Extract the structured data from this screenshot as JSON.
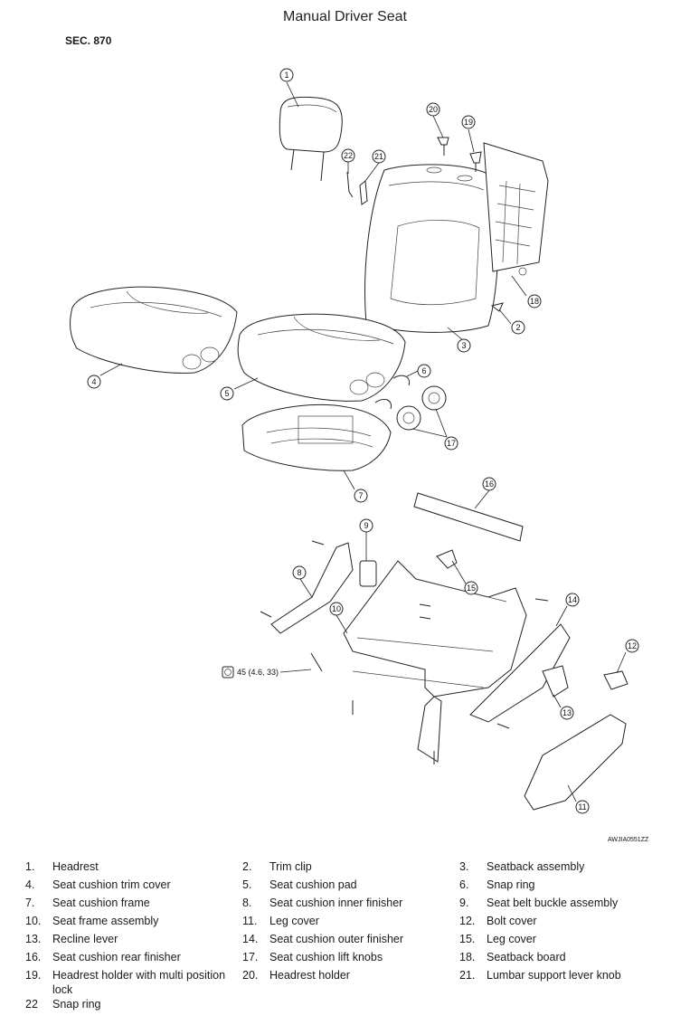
{
  "title": "Manual Driver Seat",
  "section": "SEC. 870",
  "torque_label": "45 (4.6, 33)",
  "image_id": "AWJIA0551ZZ",
  "callouts": [
    "1",
    "2",
    "3",
    "4",
    "5",
    "6",
    "7",
    "8",
    "9",
    "10",
    "11",
    "12",
    "13",
    "14",
    "15",
    "16",
    "17",
    "18",
    "19",
    "20",
    "21",
    "22"
  ],
  "legend": [
    [
      {
        "num": "1.",
        "text": "Headrest"
      },
      {
        "num": "2.",
        "text": "Trim clip"
      },
      {
        "num": "3.",
        "text": "Seatback assembly"
      }
    ],
    [
      {
        "num": "4.",
        "text": "Seat cushion trim cover"
      },
      {
        "num": "5.",
        "text": "Seat cushion pad"
      },
      {
        "num": "6.",
        "text": "Snap ring"
      }
    ],
    [
      {
        "num": "7.",
        "text": "Seat cushion frame"
      },
      {
        "num": "8.",
        "text": "Seat cushion inner finisher"
      },
      {
        "num": "9.",
        "text": "Seat belt buckle assembly"
      }
    ],
    [
      {
        "num": "10.",
        "text": "Seat frame assembly"
      },
      {
        "num": "11.",
        "text": "Leg cover"
      },
      {
        "num": "12.",
        "text": "Bolt cover"
      }
    ],
    [
      {
        "num": "13.",
        "text": "Recline lever"
      },
      {
        "num": "14.",
        "text": "Seat cushion outer finisher"
      },
      {
        "num": "15.",
        "text": "Leg cover"
      }
    ],
    [
      {
        "num": "16.",
        "text": "Seat cushion rear finisher"
      },
      {
        "num": "17.",
        "text": "Seat cushion lift knobs"
      },
      {
        "num": "18.",
        "text": "Seatback board"
      }
    ],
    [
      {
        "num": "19.",
        "text": "Headrest holder with multi position lock"
      },
      {
        "num": "20.",
        "text": "Headrest holder"
      },
      {
        "num": "21.",
        "text": "Lumbar support lever knob"
      }
    ],
    [
      {
        "num": "22",
        "text": "Snap ring"
      }
    ]
  ]
}
